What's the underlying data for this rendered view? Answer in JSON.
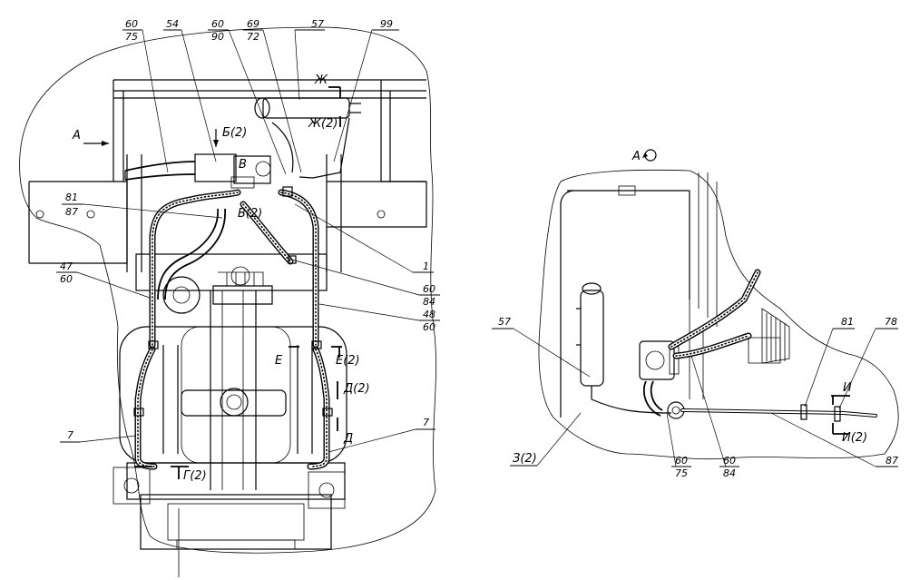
{
  "view_title": "А",
  "view_arrow_label": "А",
  "callouts_left": [
    {
      "id": "c1",
      "top": "60",
      "bottom": "75"
    },
    {
      "id": "c2",
      "top": "54",
      "bottom": ""
    },
    {
      "id": "c3",
      "top": "60",
      "bottom": "90"
    },
    {
      "id": "c4",
      "top": "69",
      "bottom": "72"
    },
    {
      "id": "c5",
      "top": "57",
      "bottom": ""
    },
    {
      "id": "c6",
      "top": "99",
      "bottom": ""
    },
    {
      "id": "c7",
      "top": "81",
      "bottom": "87"
    },
    {
      "id": "c8",
      "top": "47",
      "bottom": "60"
    },
    {
      "id": "c9",
      "top": "1",
      "bottom": ""
    },
    {
      "id": "c10",
      "top": "60",
      "bottom": "84"
    },
    {
      "id": "c11",
      "top": "48",
      "bottom": "60"
    },
    {
      "id": "c12",
      "top": "7",
      "bottom": ""
    },
    {
      "id": "c13",
      "top": "7",
      "bottom": ""
    }
  ],
  "section_marks_left": {
    "zh": "Ж",
    "zh2": "Ж(2)",
    "b2": "Б(2)",
    "v": "В",
    "v2": "В(2)",
    "e": "Е",
    "e2": "Е(2)",
    "d2": "Д(2)",
    "d": "Д",
    "g2": "Г(2)"
  },
  "callouts_right": [
    {
      "id": "r1",
      "top": "57",
      "bottom": ""
    },
    {
      "id": "r2",
      "top": "81",
      "bottom": ""
    },
    {
      "id": "r3",
      "top": "78",
      "bottom": ""
    },
    {
      "id": "r4",
      "top": "З(2)",
      "bottom": ""
    },
    {
      "id": "r5",
      "top": "60",
      "bottom": "75"
    },
    {
      "id": "r6",
      "top": "60",
      "bottom": "84"
    },
    {
      "id": "r7",
      "top": "87",
      "bottom": ""
    }
  ],
  "section_marks_right": {
    "i": "И",
    "i2": "И(2)"
  }
}
